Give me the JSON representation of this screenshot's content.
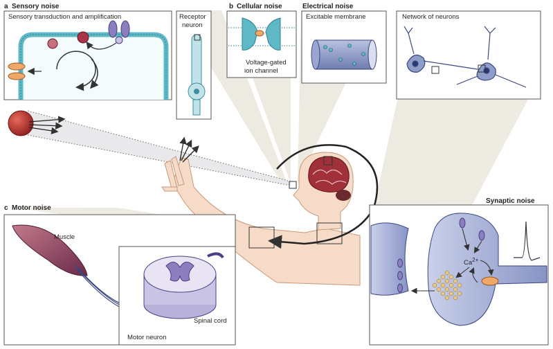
{
  "figure": {
    "sections": {
      "a": {
        "letter": "a",
        "title": "Sensory noise"
      },
      "b": {
        "letter": "b",
        "title": "Cellular noise"
      },
      "electrical": {
        "title": "Electrical noise"
      },
      "c": {
        "letter": "c",
        "title": "Motor noise"
      },
      "synaptic": {
        "title": "Synaptic noise"
      }
    },
    "panels": {
      "sensory_transduction": "Sensory transduction and amplification",
      "receptor_neuron_line1": "Receptor",
      "receptor_neuron_line2": "neuron",
      "voltage_gated_line1": "Voltage-gated",
      "voltage_gated_line2": "ion channel",
      "excitable_membrane": "Excitable membrane",
      "network_of_neurons": "Network of neurons",
      "muscle": "Muscle",
      "spinal_cord": "Spinal cord",
      "motor_neuron": "Motor neuron",
      "calcium": "Ca",
      "calcium_charge": "2+"
    },
    "colors": {
      "membrane_teal": "#5fb8c6",
      "receptor_purple": "#8b7fc0",
      "orange": "#f0a868",
      "muscle_red": "#9a3b52",
      "neuron_blue": "#8f9ec8",
      "skin": "#f6dcc8",
      "brain_red": "#a0303a",
      "ball_red": "#c0392b",
      "vesicle": "#e6c98a",
      "panel_border": "#555555"
    }
  }
}
